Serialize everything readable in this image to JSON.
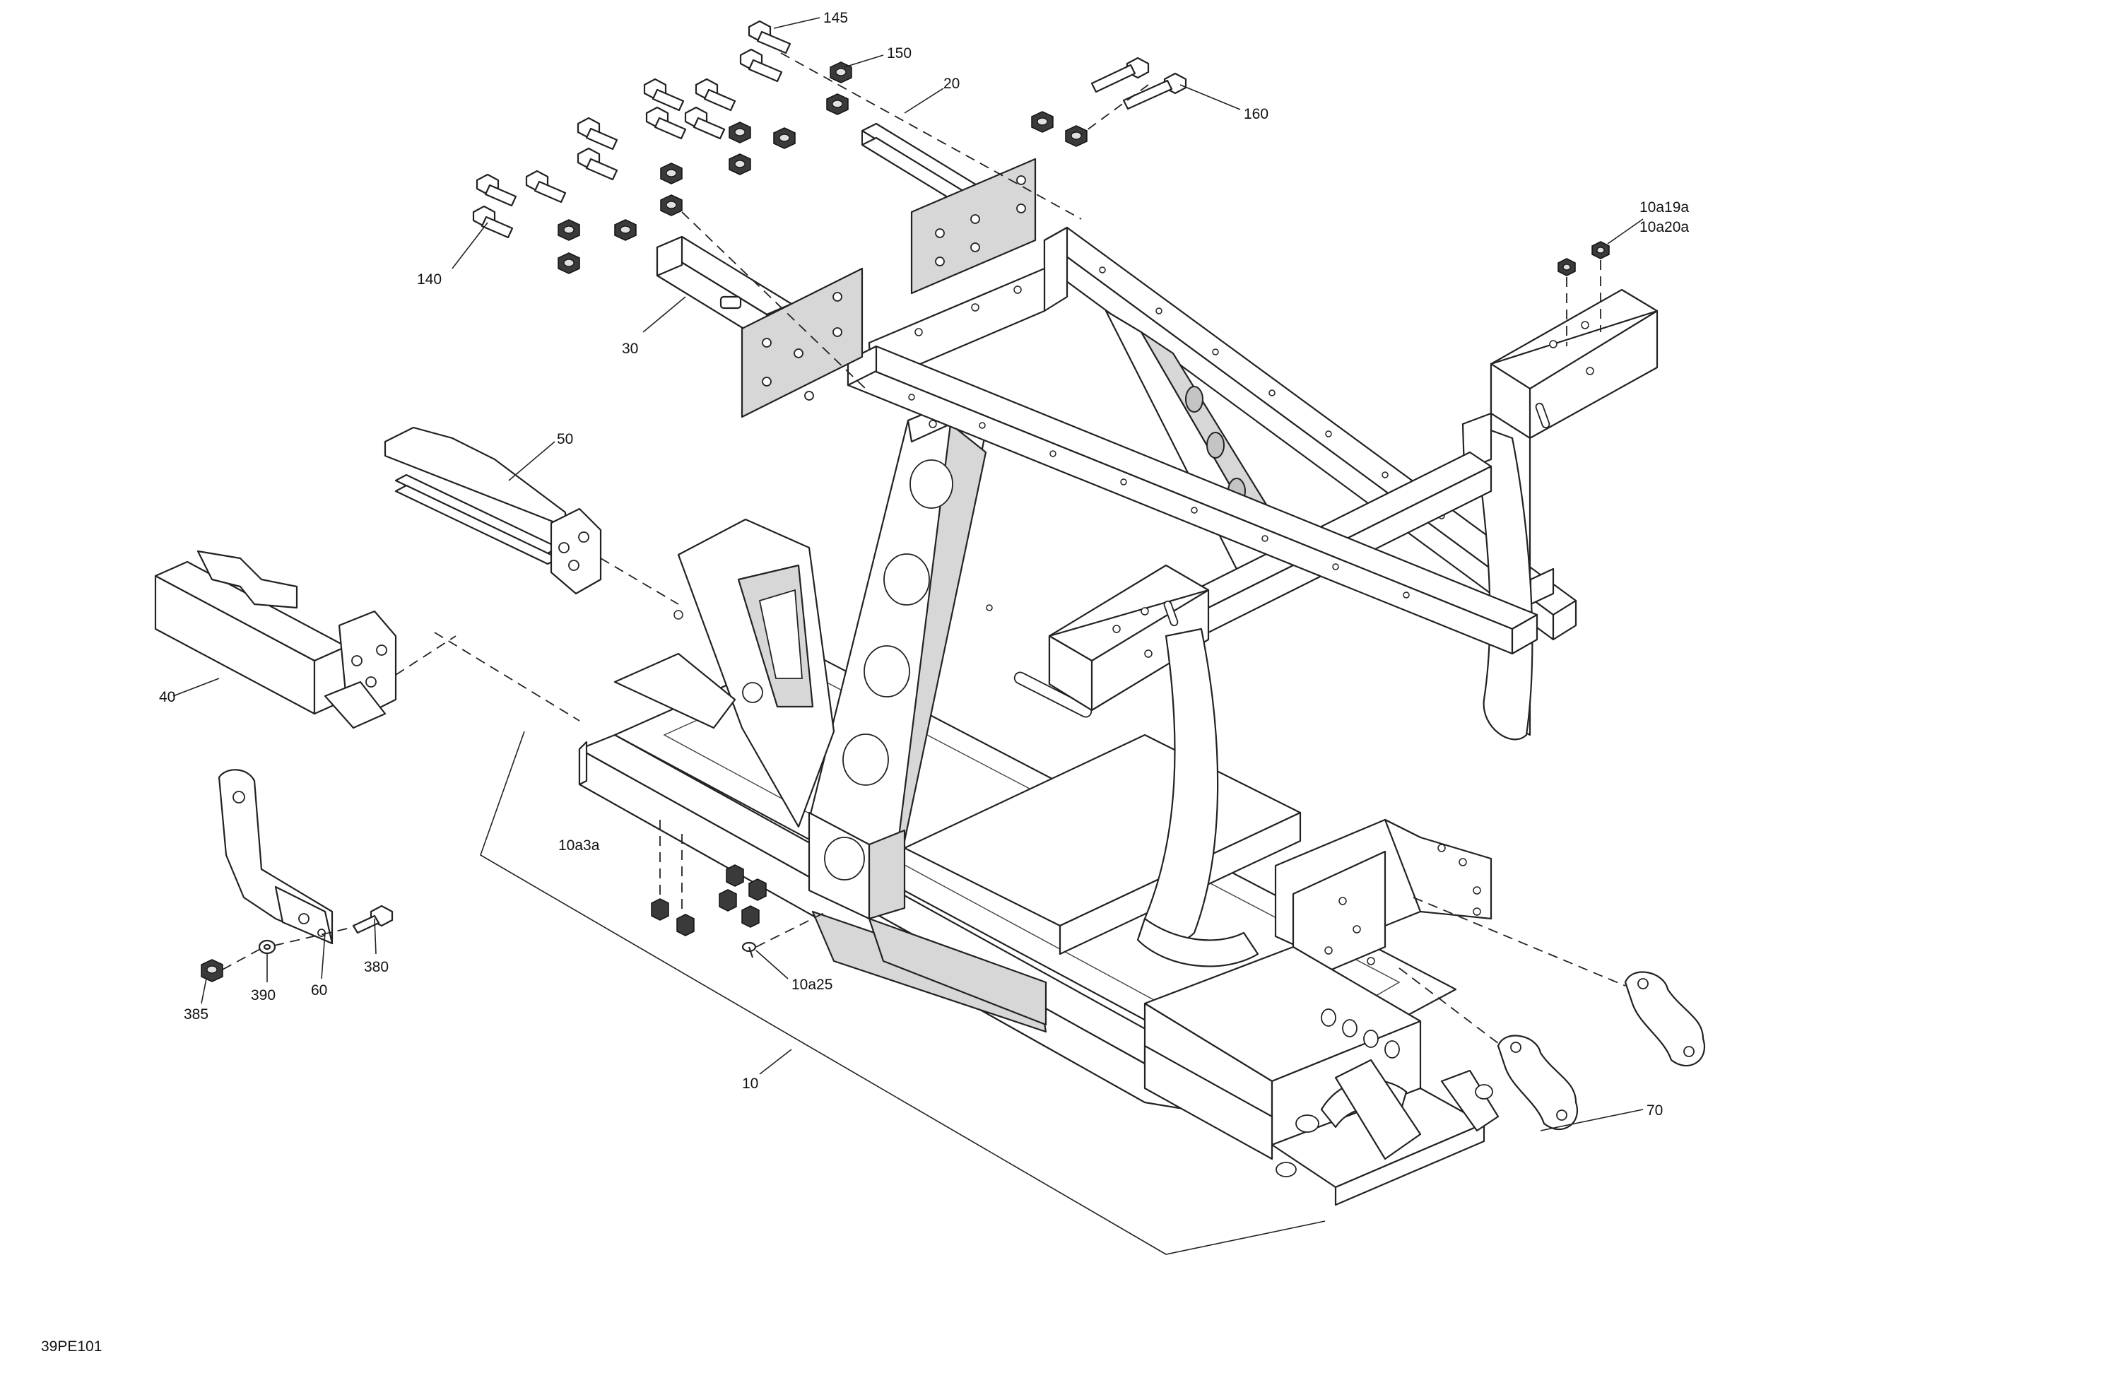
{
  "diagram_id": "39PE101",
  "callouts": {
    "c10": "10",
    "c20": "20",
    "c30": "30",
    "c40": "40",
    "c50": "50",
    "c60": "60",
    "c70": "70",
    "c140": "140",
    "c145": "145",
    "c150": "150",
    "c160": "160",
    "c380": "380",
    "c385": "385",
    "c390": "390",
    "c10a3a": "10a3a",
    "c10a25": "10a25",
    "c10a19a": "10a19a",
    "c10a20a": "10a20a"
  },
  "colors": {
    "line": "#222222",
    "shade": "#d7d7d7",
    "background": "#ffffff"
  }
}
